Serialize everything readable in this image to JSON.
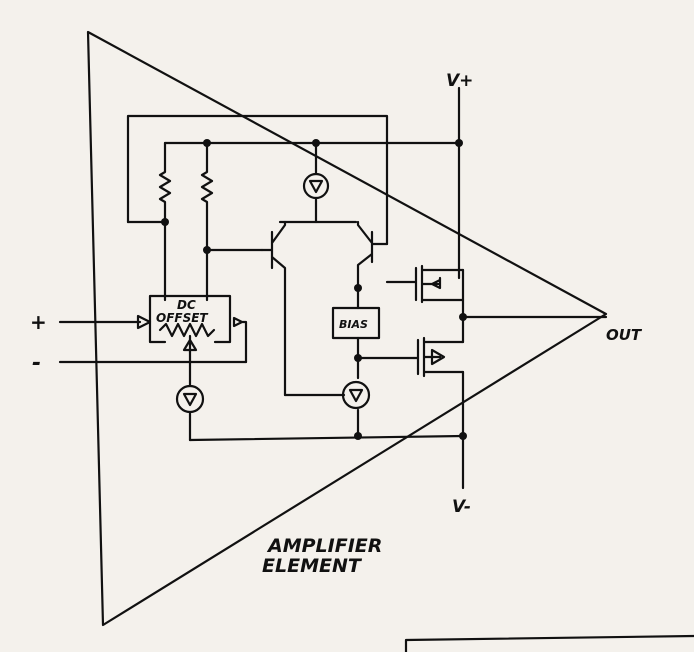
{
  "diagram": {
    "title_line1": "AMPLIFIER",
    "title_line2": "ELEMENT",
    "supply_positive": "V+",
    "supply_negative": "V-",
    "input_positive": "+",
    "input_negative": "-",
    "output": "OUT",
    "dc_offset_line1": "DC",
    "dc_offset_line2": "OFFSET",
    "bias_block": "BIAS"
  }
}
